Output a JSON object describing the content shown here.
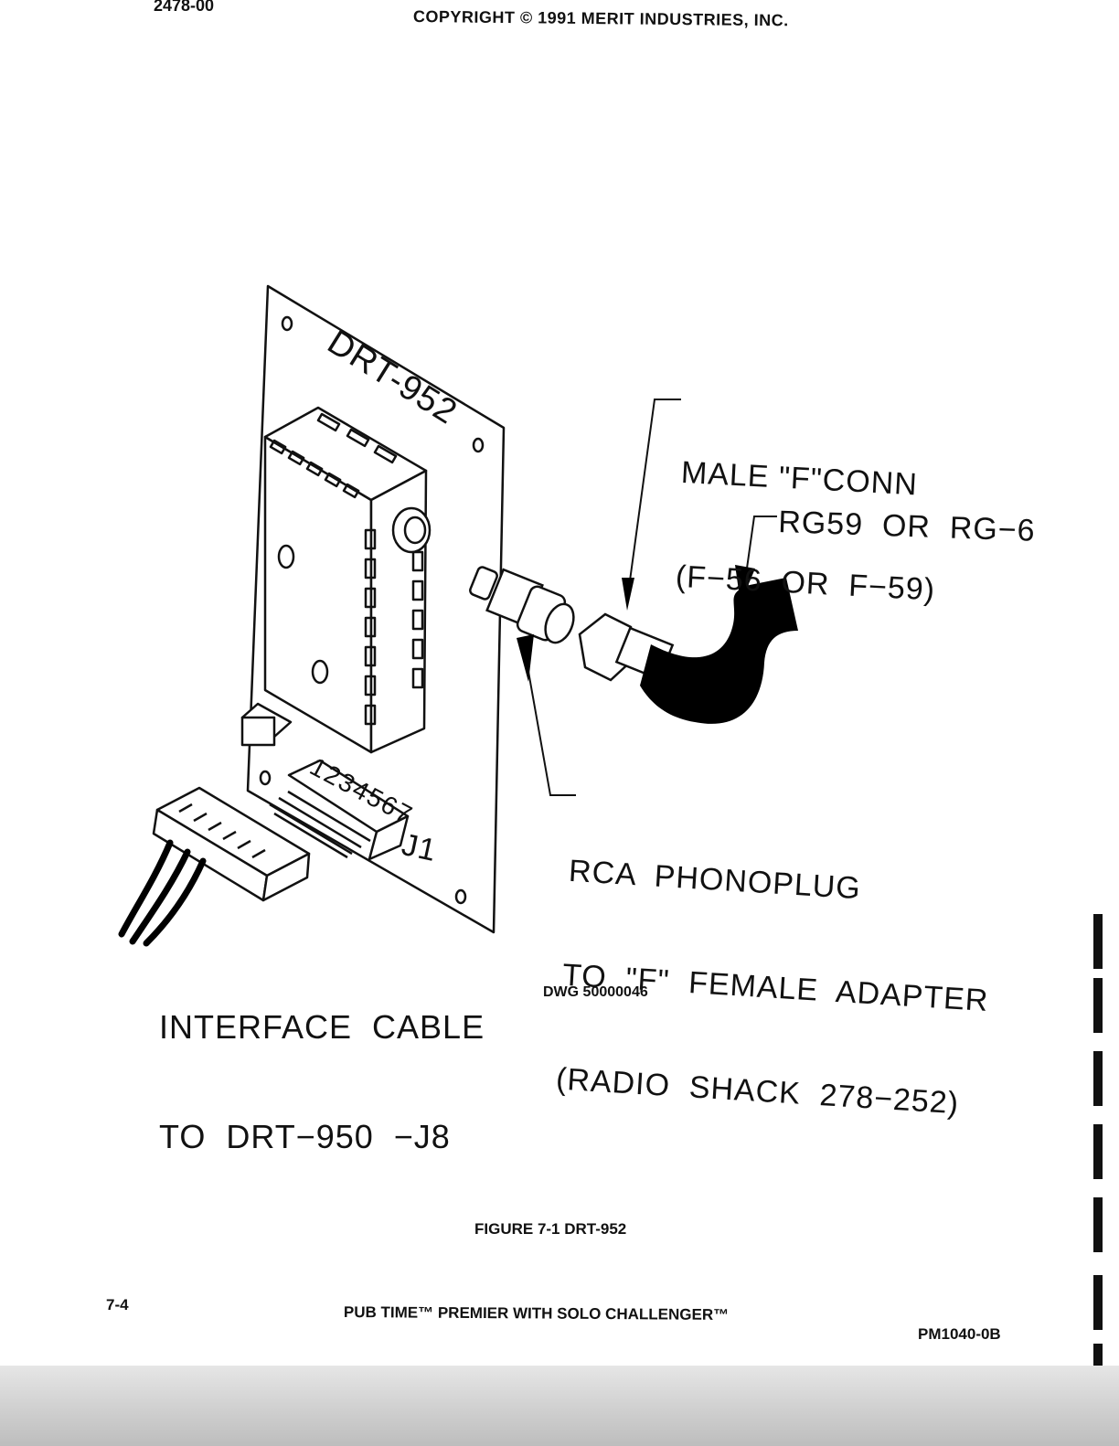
{
  "header": {
    "doc_number": "2478-00",
    "copyright": "COPYRIGHT © 1991 MERIT INDUSTRIES, INC."
  },
  "drawing": {
    "board_label": "DRT-952",
    "pin_numbers": "1234567",
    "connector_label": "J1",
    "callouts": {
      "male_f_conn": [
        "MALE \"F\"CONN",
        "(F−56  OR  F−59)"
      ],
      "cable_type": "RG59  OR  RG−6",
      "adapter": [
        "RCA  PHONOPLUG",
        "TO  \"F\"  FEMALE  ADAPTER",
        "(RADIO  SHACK  278−252)"
      ],
      "interface_cable": [
        "INTERFACE  CABLE",
        "TO  DRT−950  −J8"
      ]
    },
    "dwg_number": "DWG  50000046"
  },
  "caption": "FIGURE 7-1  DRT-952",
  "footer": {
    "page_number": "7-4",
    "title": "PUB TIME™ PREMIER WITH SOLO CHALLENGER™",
    "doc_code": "PM1040-0B"
  }
}
